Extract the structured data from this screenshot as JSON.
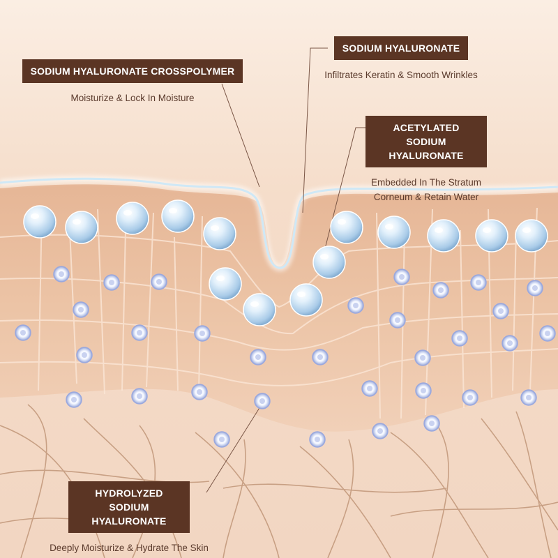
{
  "colors": {
    "background": "#f6e2d3",
    "label_bg": "#5b3524",
    "label_text": "#ffffff",
    "caption_text": "#5a3a2c",
    "molecule_blue": "#b9d6ee",
    "dermis_fibers": "#a57350"
  },
  "callouts": [
    {
      "id": "crosspolymer",
      "title": "SODIUM HYALURONATE CROSSPOLYMER",
      "caption": "Moisturize & Lock In Moisture"
    },
    {
      "id": "sodium",
      "title": "SODIUM HYALURONATE",
      "caption": "Infiltrates Keratin & Smooth Wrinkles"
    },
    {
      "id": "acetylated",
      "title": "ACETYLATED SODIUM\nHYALURONATE",
      "caption": "Embedded In The Stratum\nCorneum & Retain Water"
    },
    {
      "id": "hydrolyzed",
      "title": "HYDROLYZED SODIUM\nHYALURONATE",
      "caption": "Deeply Moisturize & Hydrate The Skin"
    }
  ],
  "icons": {
    "large_molecule": "large-hyaluronic-sphere-icon",
    "small_molecule": "small-hyaluronic-particle-icon"
  }
}
